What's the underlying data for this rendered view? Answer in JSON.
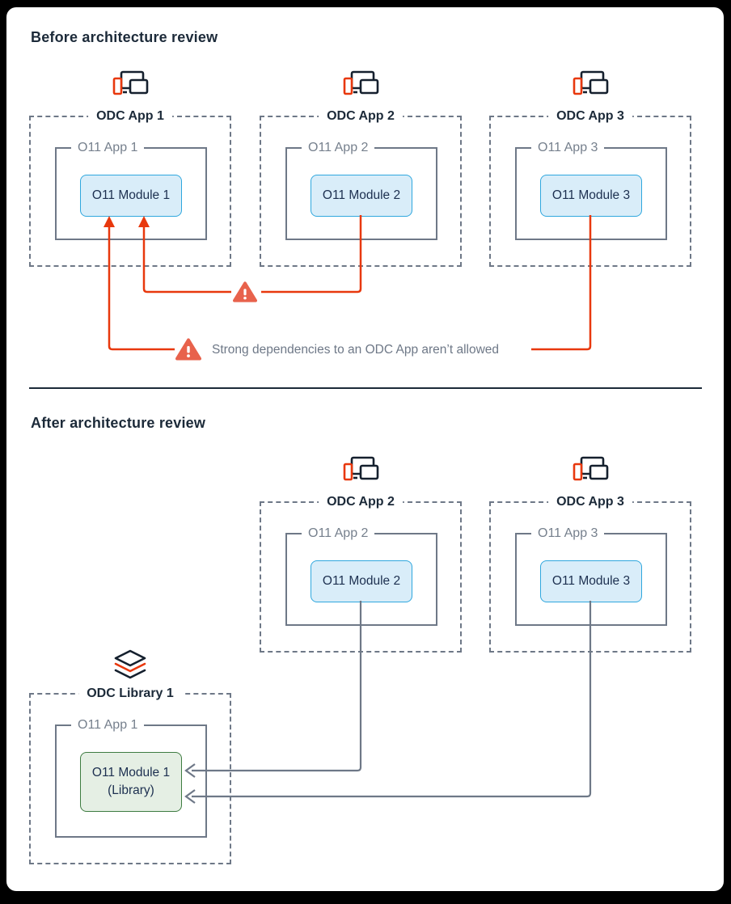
{
  "before": {
    "heading": "Before architecture review",
    "apps": [
      {
        "odc_label": "ODC App 1",
        "o11_label": "O11 App 1",
        "module_label": "O11 Module 1"
      },
      {
        "odc_label": "ODC App 2",
        "o11_label": "O11 App 2",
        "module_label": "O11 Module 2"
      },
      {
        "odc_label": "ODC App 3",
        "o11_label": "O11 App 3",
        "module_label": "O11 Module 3"
      }
    ],
    "warning_text": "Strong dependencies to an ODC App aren’t allowed"
  },
  "after": {
    "heading": "After architecture review",
    "apps": [
      {
        "odc_label": "ODC App 2",
        "o11_label": "O11 App 2",
        "module_label": "O11 Module 2"
      },
      {
        "odc_label": "ODC App 3",
        "o11_label": "O11 App 3",
        "module_label": "O11 Module 3"
      }
    ],
    "library": {
      "odc_label": "ODC Library 1",
      "o11_label": "O11 App 1",
      "module_label_line1": "O11 Module 1",
      "module_label_line2": "(Library)"
    }
  },
  "colors": {
    "heading_navy": "#1c2a39",
    "boundary_gray": "#6e7887",
    "label_gray": "#76808d",
    "dependency_red": "#e8380d",
    "warning_coral": "#e8624c",
    "module_blue_fill": "#d9edf9",
    "module_blue_border": "#2fa7de",
    "module_green_fill": "#e5efe4",
    "module_green_border": "#3e7c41"
  }
}
